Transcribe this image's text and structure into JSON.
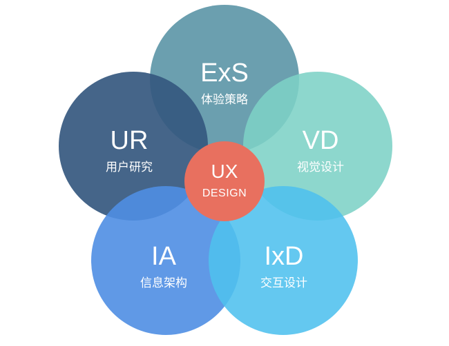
{
  "center": {
    "title": "UX",
    "subtitle": "DESIGN",
    "color": "#E8705F"
  },
  "petals": [
    {
      "key": "exs",
      "abbr": "ExS",
      "label": "体验策略",
      "color": "#5E97A8"
    },
    {
      "key": "ur",
      "abbr": "UR",
      "label": "用户研究",
      "color": "#35587F"
    },
    {
      "key": "vd",
      "abbr": "VD",
      "label": "视觉设计",
      "color": "#7DD1C6"
    },
    {
      "key": "ia",
      "abbr": "IA",
      "label": "信息架构",
      "color": "#4F8EE3"
    },
    {
      "key": "ixd",
      "abbr": "IxD",
      "label": "交互设计",
      "color": "#4EC0EE"
    }
  ]
}
